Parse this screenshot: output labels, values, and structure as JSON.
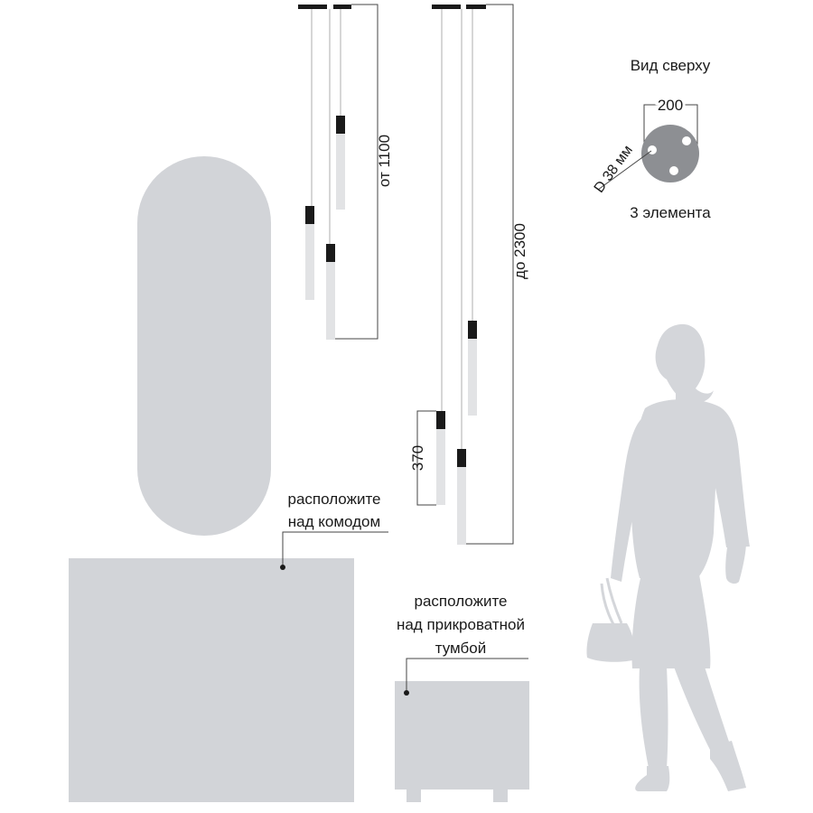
{
  "top_view": {
    "title": "Вид сверху",
    "diameter_label": "200",
    "hole_label": "D 38 мм",
    "count_label": "3 элемента"
  },
  "dimensions": {
    "min_height": "от 1100",
    "max_height": "до 2300",
    "shade_length": "370"
  },
  "notes": {
    "dresser_line1": "расположите",
    "dresser_line2": "над комодом",
    "nightstand_line1": "расположите",
    "nightstand_line2": "над прикроватной",
    "nightstand_line3": "тумбой"
  },
  "colors": {
    "furniture": "#d2d4d8",
    "shade": "#e2e3e5",
    "silhouette": "#d4d6da",
    "disc": "#8d8f93",
    "metal": "#1a1a1a",
    "line": "#444444"
  }
}
